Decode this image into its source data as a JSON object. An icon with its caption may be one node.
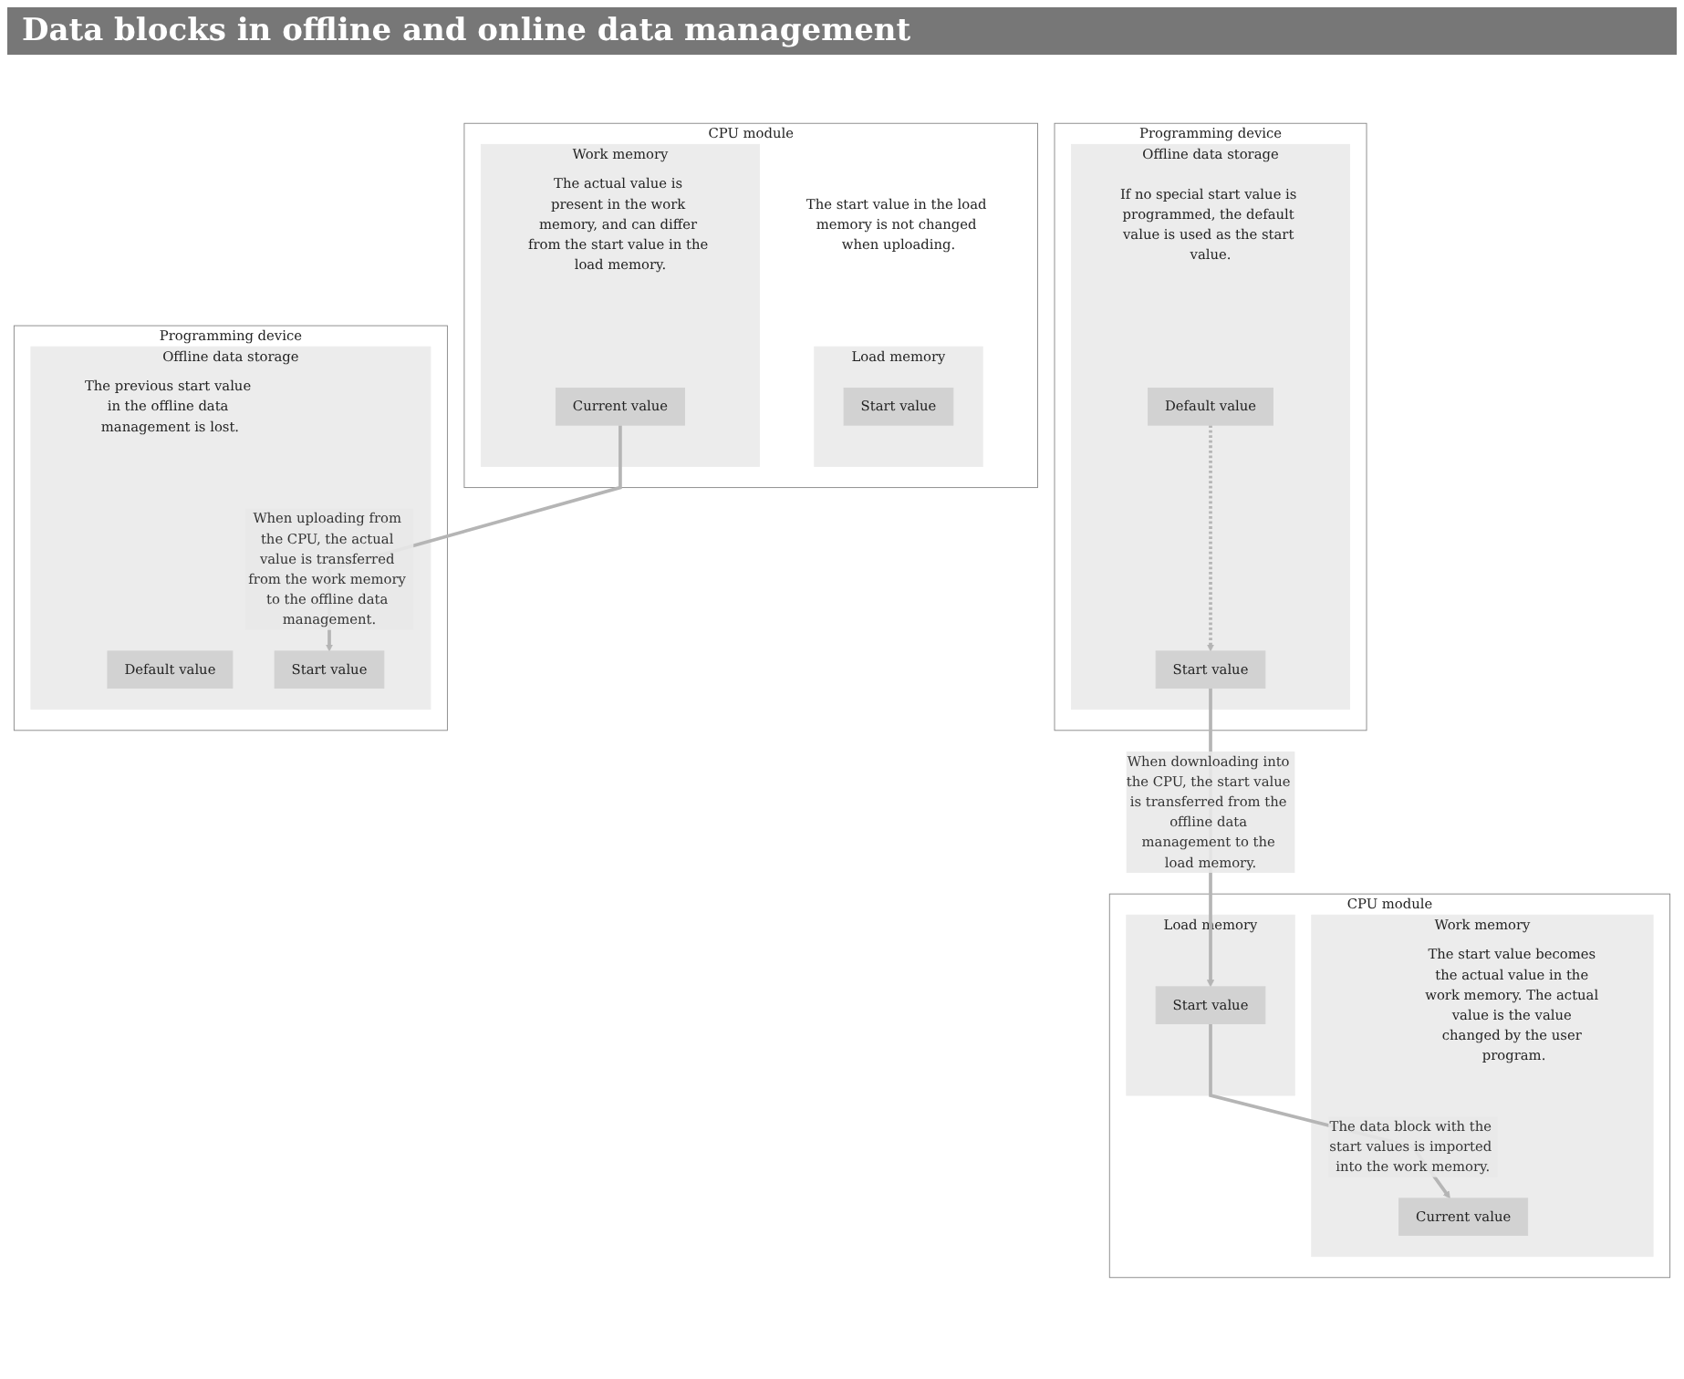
{
  "diagram": {
    "title": "Data blocks in offline and online data management",
    "nodes": [
      {
        "text": [
          "Programming device"
        ]
      },
      {
        "text": [
          "Offline data storage",
          "If no special start value is programmed, the default value is used as the start value."
        ],
        "in": 0
      },
      {
        "text": [
          "Default value"
        ],
        "in": 1
      },
      {
        "text": [
          "Start value"
        ],
        "in": 1
      },
      {
        "text": [
          "Programming device"
        ]
      },
      {
        "text": [
          "Offline data storage",
          "The previous start value in the offline data management is lost."
        ],
        "in": 4
      },
      {
        "text": [
          "Default value"
        ],
        "in": 5
      },
      {
        "text": [
          "Start value"
        ],
        "in": 5
      },
      {
        "text": [
          "CPU module"
        ]
      },
      {
        "text": [
          "Load memory"
        ],
        "in": 8
      },
      {
        "text": [
          "Start value"
        ],
        "in": 9
      },
      {
        "text": [
          "Work memory",
          "The start value becomes the actual value in the work memory. The actual value is the value changed by the user program."
        ],
        "in": 8
      },
      {
        "text": [
          "Current value"
        ],
        "in": 11
      },
      {
        "text": [
          "CPU module",
          "The start value in the load memory is not changed when uploading."
        ]
      },
      {
        "text": [
          "Load memory"
        ],
        "in": 13
      },
      {
        "text": [
          "Start value"
        ],
        "in": 14
      },
      {
        "text": [
          "Work memory",
          "The actual value is present in the work memory, and can differ from the start value in the load memory."
        ],
        "in": 13
      },
      {
        "text": [
          "Current value"
        ],
        "in": 16
      }
    ],
    "edges": [
      {
        "from": 2,
        "to": 3,
        "arrow": "to",
        "style": "dashed"
      },
      {
        "from": 3,
        "to": 10,
        "arrow": "to",
        "label": "When downloading into the CPU, the start value is transferred from the offline data management to the load memory."
      },
      {
        "from": 10,
        "to": 12,
        "arrow": "to",
        "label": "The data block with the start values is imported into the work memory."
      },
      {
        "from": 17,
        "to": 7,
        "arrow": "to",
        "label": "When uploading from the CPU, the actual value is transferred from the work memory to the offline data management."
      }
    ]
  }
}
